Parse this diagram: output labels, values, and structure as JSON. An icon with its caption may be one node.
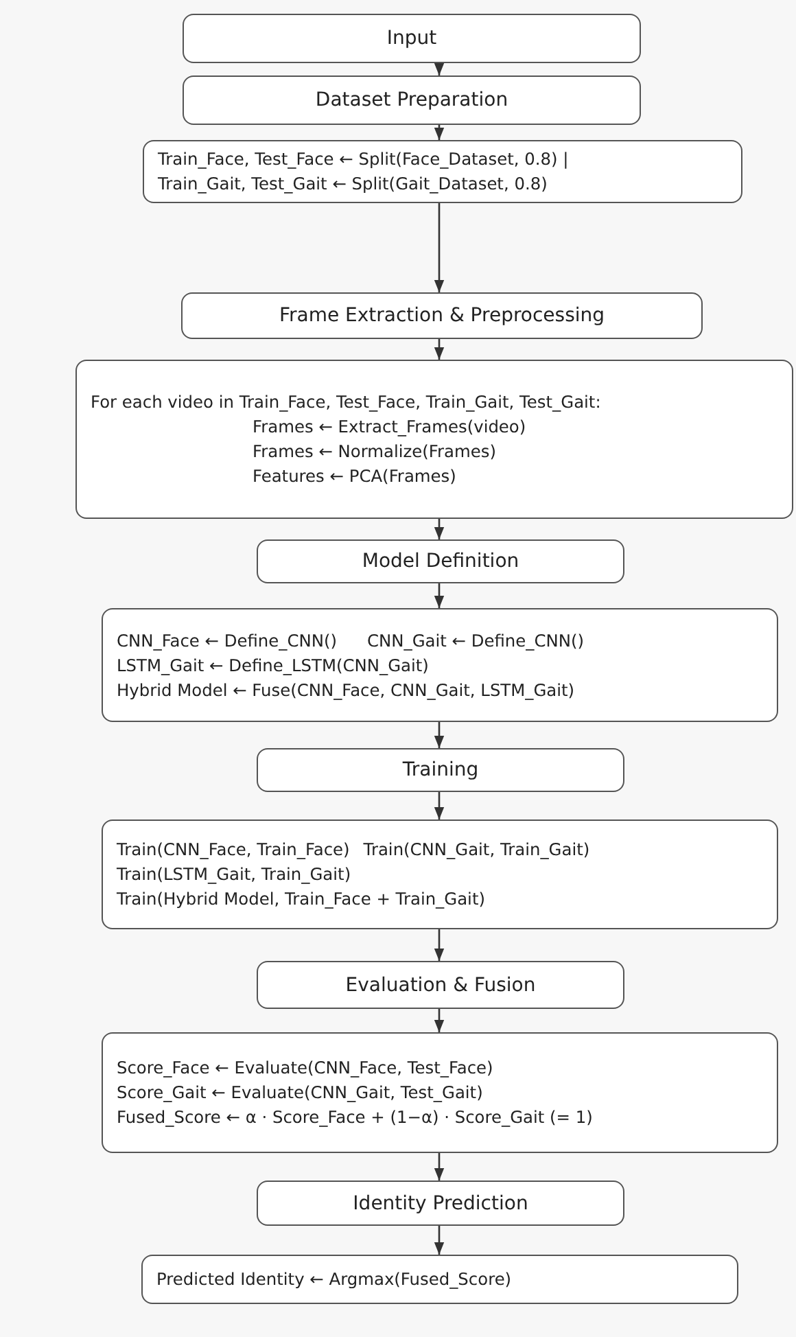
{
  "diagram": {
    "nodes": [
      {
        "text": [
          "Input"
        ]
      },
      {
        "text": [
          "Dataset Preparation"
        ]
      },
      {
        "text": [
          "Train_Face, Test_Face ← Split(Face_Dataset, 0.8) |",
          "Train_Gait, Test_Gait ← Split(Gait_Dataset, 0.8)"
        ]
      },
      {
        "text": [
          "Frame Extraction & Preprocessing"
        ]
      },
      {
        "text": [
          "For each video in Train_Face, Test_Face, Train_Gait, Test_Gait:",
          "Frames ← Extract_Frames(video)",
          "Frames ← Normalize(Frames)",
          "Features ← PCA(Frames)"
        ]
      },
      {
        "text": [
          "Model Definition"
        ]
      },
      {
        "text": [
          "CNN_Face ← Define_CNN()",
          "CNN_Gait ← Define_CNN()",
          "LSTM_Gait ← Define_LSTM(CNN_Gait)",
          "Hybrid Model ← Fuse(CNN_Face, CNN_Gait, LSTM_Gait)"
        ]
      },
      {
        "text": [
          "Training"
        ]
      },
      {
        "text": [
          "Train(CNN_Face, Train_Face)",
          "Train(CNN_Gait, Train_Gait)",
          "Train(LSTM_Gait, Train_Gait)",
          "Train(Hybrid Model, Train_Face + Train_Gait)"
        ]
      },
      {
        "text": [
          "Evaluation & Fusion"
        ]
      },
      {
        "text": [
          "Score_Face ← Evaluate(CNN_Face, Test_Face)",
          "Score_Gait ← Evaluate(CNN_Gait, Test_Gait)",
          "Fused_Score ← α · Score_Face + (1−α) · Score_Gait (= 1)"
        ]
      },
      {
        "text": [
          "Identity Prediction"
        ]
      },
      {
        "text": [
          "Predicted Identity ← Argmax(Fused_Score)"
        ]
      }
    ],
    "edges": [
      {
        "from": 0,
        "to": 1,
        "arrow": "to"
      },
      {
        "from": 1,
        "to": 2,
        "arrow": "to"
      },
      {
        "from": 2,
        "to": 3,
        "arrow": "to"
      },
      {
        "from": 3,
        "to": 4,
        "arrow": "to"
      },
      {
        "from": 4,
        "to": 5,
        "arrow": "to"
      },
      {
        "from": 5,
        "to": 6,
        "arrow": "to"
      },
      {
        "from": 6,
        "to": 7,
        "arrow": "to"
      },
      {
        "from": 7,
        "to": 8,
        "arrow": "to"
      },
      {
        "from": 8,
        "to": 9,
        "arrow": "to"
      },
      {
        "from": 9,
        "to": 10,
        "arrow": "to"
      },
      {
        "from": 10,
        "to": 11,
        "arrow": "to"
      },
      {
        "from": 11,
        "to": 12,
        "arrow": "to"
      }
    ]
  }
}
